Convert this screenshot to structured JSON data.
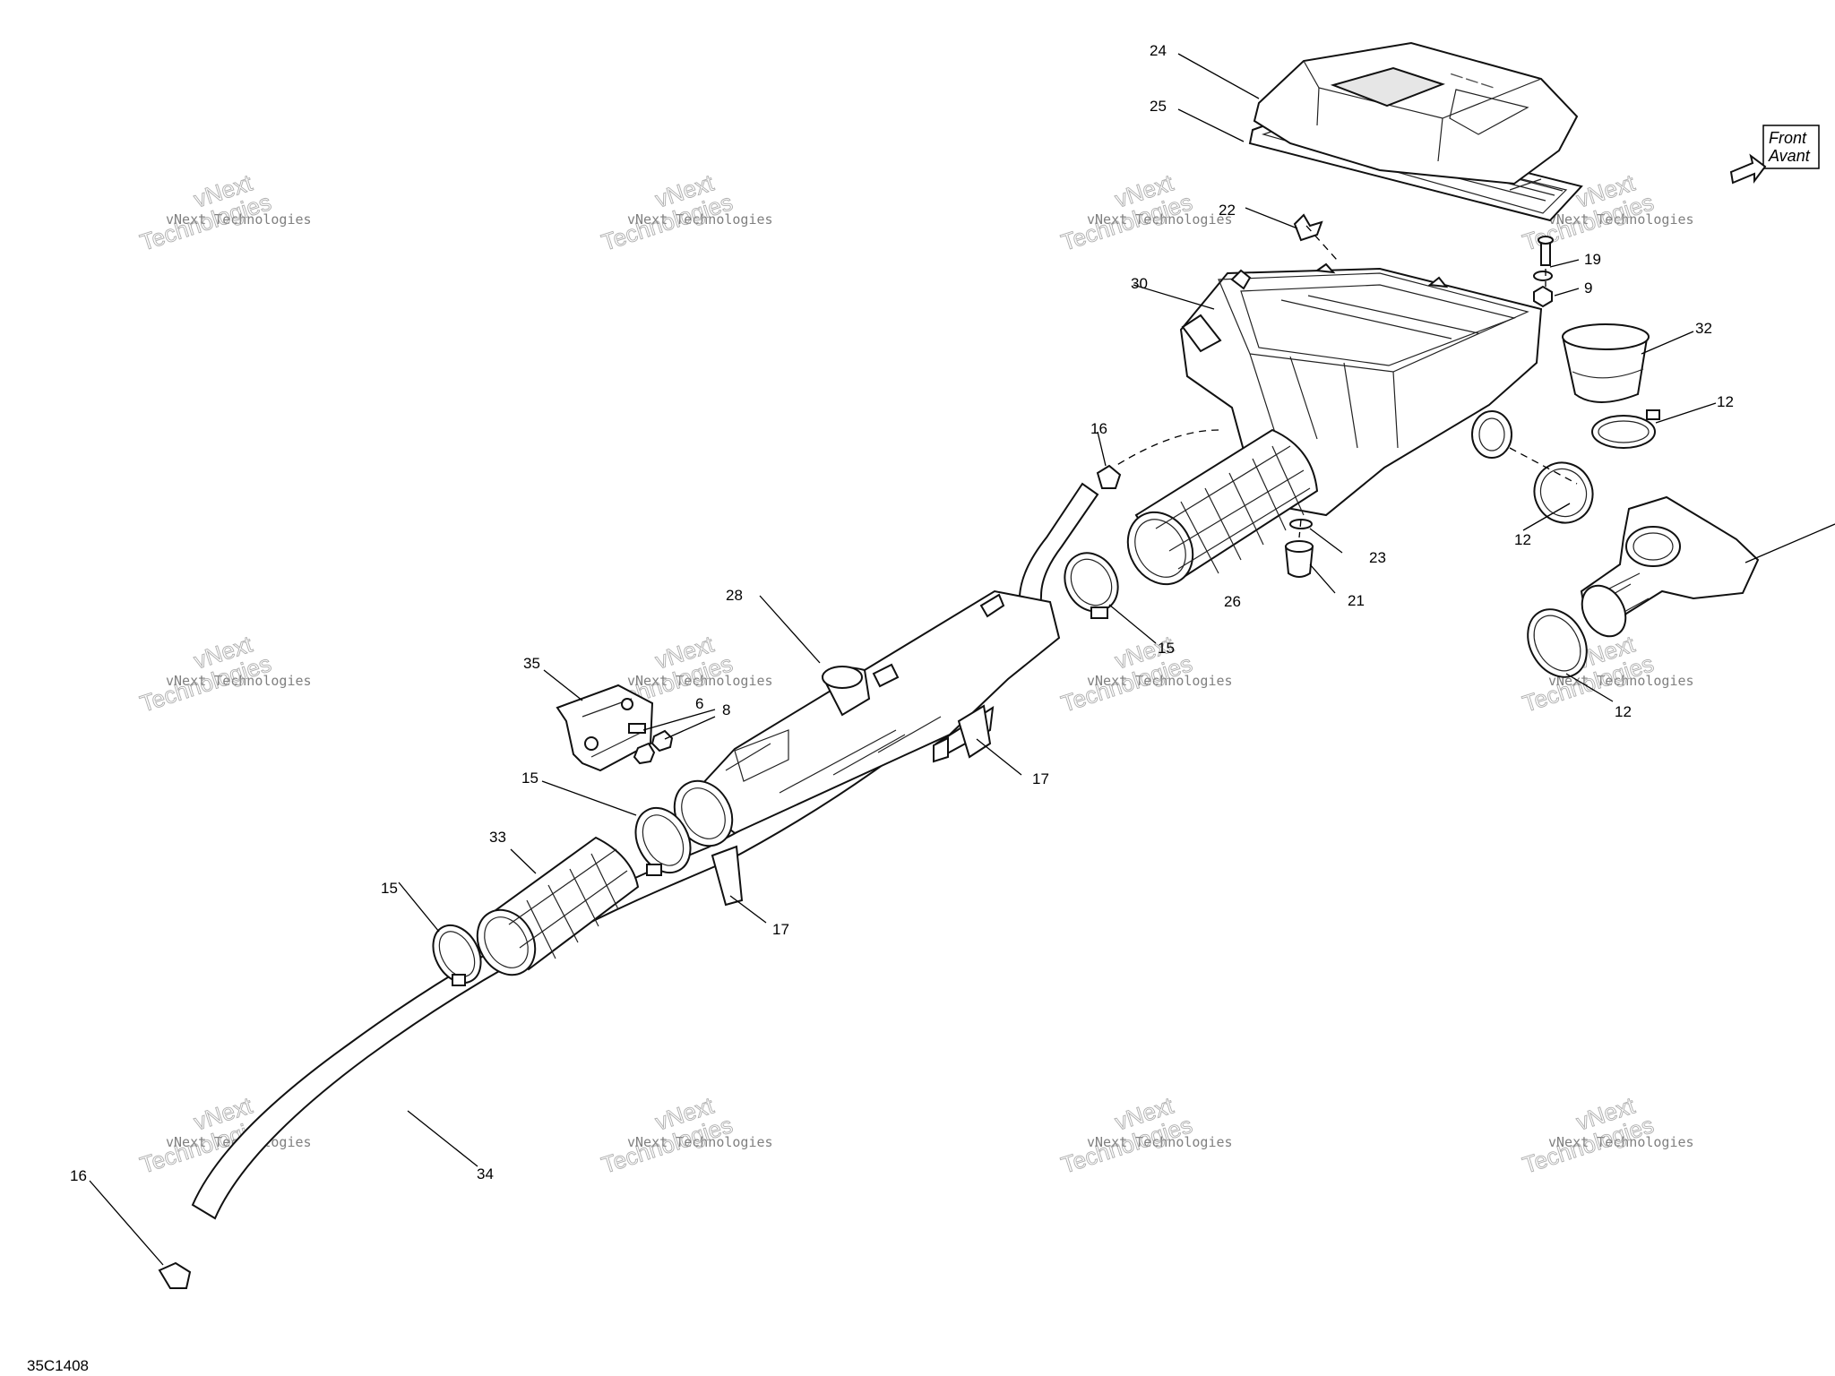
{
  "diagram_id": "35C1408",
  "direction": {
    "line1": "Front",
    "line2": "Avant"
  },
  "watermark": {
    "line1": "vNext Technologies",
    "line2": "vNext",
    "line3": "Technologies"
  },
  "callouts": {
    "p24": "24",
    "p25": "25",
    "p22": "22",
    "p19": "19",
    "p9": "9",
    "p30": "30",
    "p32": "32",
    "p12a": "12",
    "p16a": "16",
    "p12b": "12",
    "p23": "23",
    "p21": "21",
    "p26": "26",
    "p28": "28",
    "p15a": "15",
    "p35": "35",
    "p6": "6",
    "p8": "8",
    "p12c": "12",
    "p15b": "15",
    "p17a": "17",
    "p33": "33",
    "p15c": "15",
    "p17b": "17",
    "p34": "34",
    "p16b": "16"
  }
}
